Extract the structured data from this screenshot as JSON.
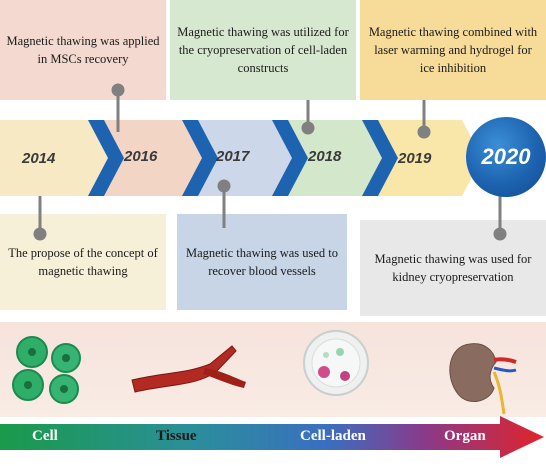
{
  "years": [
    "2014",
    "2016",
    "2017",
    "2018",
    "2019",
    "2020"
  ],
  "milestones": {
    "y2016": "Magnetic thawing was applied in MSCs recovery",
    "y2018": "Magnetic thawing was utilized for the cryopreservation of cell-laden constructs",
    "y2019": "Magnetic thawing combined with laser warming and hydrogel for ice inhibition",
    "y2014": "The propose of the concept of magnetic thawing",
    "y2017": "Magnetic thawing was used to recover blood vessels",
    "y2020": "Magnetic thawing was used for kidney cryopreservation"
  },
  "scale_labels": [
    "Cell",
    "Tissue",
    "Cell-laden",
    "Organ"
  ],
  "colors": {
    "timeline_blue": "#1d63b0",
    "arrow_green": "#1a9a4a",
    "arrow_blue": "#3a6fc0",
    "arrow_red": "#e0242a"
  },
  "icons": [
    "cells-icon",
    "blood-vessel-icon",
    "cell-laden-construct-icon",
    "kidney-icon"
  ]
}
